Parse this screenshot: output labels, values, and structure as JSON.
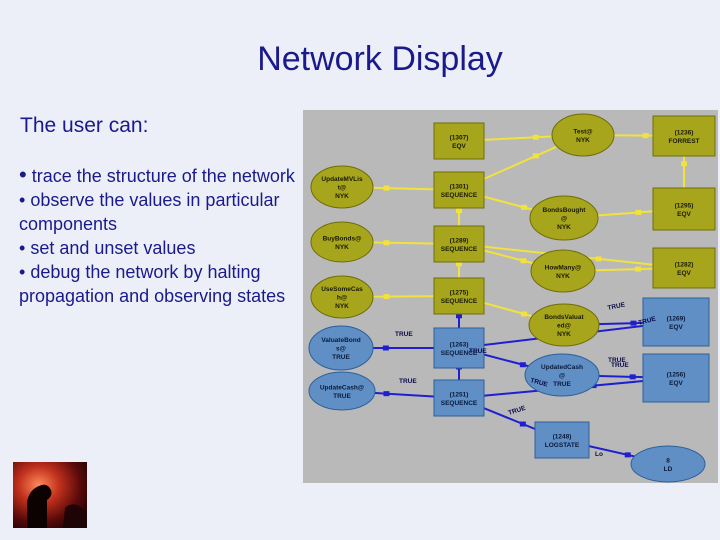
{
  "slide": {
    "title": "Network Display",
    "intro": "The user can:",
    "bullets": [
      "trace the structure of the network",
      "observe the values in particular components",
      "set and unset values",
      "debug the network by halting propagation and observing states"
    ]
  },
  "diagram": {
    "nodes": [
      {
        "id": "n1307",
        "shape": "rect",
        "lines": [
          "(1307)",
          "EQV"
        ]
      },
      {
        "id": "test",
        "shape": "ellipse",
        "lines": [
          "Test@",
          "NYK"
        ]
      },
      {
        "id": "n1236",
        "shape": "rect",
        "lines": [
          "(1236)",
          "FORREST"
        ]
      },
      {
        "id": "updmv",
        "shape": "ellipse",
        "lines": [
          "UpdateMVLis",
          "t@",
          "NYK"
        ]
      },
      {
        "id": "n1301",
        "shape": "rect",
        "lines": [
          "(1301)",
          "SEQUENCE"
        ]
      },
      {
        "id": "bondsbought",
        "shape": "ellipse",
        "lines": [
          "BondsBought",
          "@",
          "NYK"
        ]
      },
      {
        "id": "n1295",
        "shape": "rect",
        "lines": [
          "(1295)",
          "EQV"
        ]
      },
      {
        "id": "buybonds",
        "shape": "ellipse",
        "lines": [
          "BuyBonds@",
          "NYK"
        ]
      },
      {
        "id": "n1289",
        "shape": "rect",
        "lines": [
          "(1289)",
          "SEQUENCE"
        ]
      },
      {
        "id": "howmany",
        "shape": "ellipse",
        "lines": [
          "HowMany@",
          "NYK"
        ]
      },
      {
        "id": "n1282",
        "shape": "rect",
        "lines": [
          "(1282)",
          "EQV"
        ]
      },
      {
        "id": "usesome",
        "shape": "ellipse",
        "lines": [
          "UseSomeCas",
          "h@",
          "NYK"
        ]
      },
      {
        "id": "n1275",
        "shape": "rect",
        "lines": [
          "(1275)",
          "SEQUENCE"
        ]
      },
      {
        "id": "bondsvalue",
        "shape": "ellipse",
        "lines": [
          "BondsValuat",
          "ed@",
          "NYK"
        ]
      },
      {
        "id": "n1269",
        "shape": "rect-blue",
        "lines": [
          "(1269)",
          "EQV"
        ]
      },
      {
        "id": "valuatebond",
        "shape": "ellipse-blue",
        "lines": [
          "ValuateBond",
          "s@",
          "TRUE"
        ]
      },
      {
        "id": "n1263",
        "shape": "rect-blue",
        "lines": [
          "(1263)",
          "SEQUENCE"
        ]
      },
      {
        "id": "updcash2",
        "shape": "ellipse-blue",
        "lines": [
          "UpdatedCash",
          "@",
          "TRUE"
        ]
      },
      {
        "id": "n1256",
        "shape": "rect-blue",
        "lines": [
          "(1256)",
          "EQV"
        ]
      },
      {
        "id": "updcash",
        "shape": "ellipse-blue",
        "lines": [
          "UpdateCash@",
          "TRUE"
        ]
      },
      {
        "id": "n1251",
        "shape": "rect-blue",
        "lines": [
          "(1251)",
          "SEQUENCE"
        ]
      },
      {
        "id": "n1248",
        "shape": "rect-blue",
        "lines": [
          "(1248)",
          "LOGSTATE"
        ]
      },
      {
        "id": "ld",
        "shape": "ellipse-blue",
        "lines": [
          "8",
          "LD"
        ]
      }
    ],
    "edge_labels": [
      "TRUE",
      "TRUE",
      "TRUE",
      "TRUE",
      "TRUE",
      "TRUE",
      "TRUE",
      "TRUE",
      "TRUE",
      "Lo"
    ]
  },
  "colors": {
    "title": "#1a1a8c",
    "background": "#eceff7",
    "canvas": "#b9b9b9",
    "olive_node": "#a6a51c",
    "blue_node": "#5f8fc5",
    "yellow_edge": "#f1e23c",
    "blue_edge": "#1f1fd2"
  }
}
